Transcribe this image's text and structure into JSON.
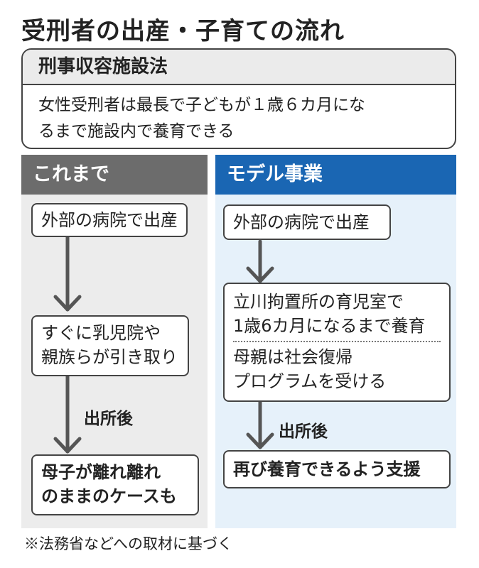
{
  "title": "受刑者の出産・子育ての流れ",
  "law": {
    "heading": "刑事収容施設法",
    "text_line1": "女性受刑者は最長で子どもが１歳６カ月にな",
    "text_line2": "るまで施設内で養育できる"
  },
  "left": {
    "header": "これまで",
    "step1": "外部の病院で出産",
    "step2_line1": "すぐに乳児院や",
    "step2_line2": "親族らが引き取り",
    "arrow_label": "出所後",
    "step3_line1": "母子が離れ離れ",
    "step3_line2": "のままのケースも"
  },
  "right": {
    "header": "モデル事業",
    "step1": "外部の病院で出産",
    "step2_line1": "立川拘置所の育児室で",
    "step2_line2": "1歳6カ月になるまで養育",
    "step2_line3": "母親は社会復帰",
    "step2_line4": "プログラムを受ける",
    "arrow_label": "出所後",
    "step3": "再び養育できるよう支援"
  },
  "footnote": "※法務省などへの取材に基づく",
  "colors": {
    "left_header": "#6c6c6c",
    "right_header": "#1a66b3",
    "left_bg": "#ececec",
    "right_bg": "#e6f1fa"
  }
}
